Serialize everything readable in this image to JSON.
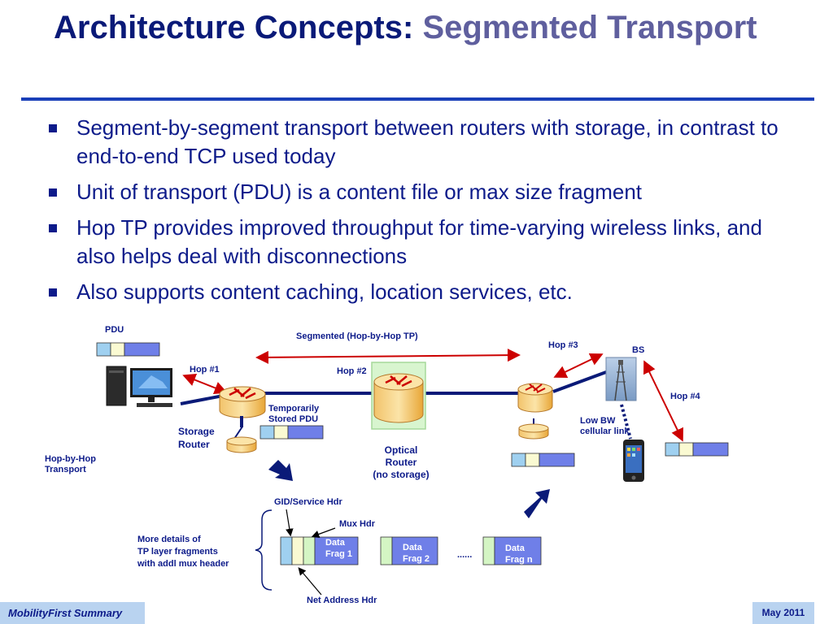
{
  "title": {
    "main": "Architecture Concepts:",
    "accent": "Segmented Transport"
  },
  "bullets": [
    "Segment-by-segment transport between routers with storage, in contrast to end-to-end TCP used today",
    "Unit of transport (PDU) is a content file or max size fragment",
    "Hop TP provides improved throughput for time-varying wireless links, and also helps deal with disconnections",
    "Also supports content caching, location services, etc."
  ],
  "diagram": {
    "pdu": "PDU",
    "segmented": "Segmented (Hop-by-Hop TP)",
    "hop1": "Hop #1",
    "hop2": "Hop #2",
    "hop3": "Hop #3",
    "hop4": "Hop #4",
    "bs": "BS",
    "temp_stored_1": "Temporarily",
    "temp_stored_2": "Stored PDU",
    "storage_router_1": "Storage",
    "storage_router_2": "Router",
    "optical_1": "Optical",
    "optical_2": "Router",
    "optical_3": "(no storage)",
    "low_bw_1": "Low BW",
    "low_bw_2": "cellular link",
    "hop_by_hop_1": "Hop-by-Hop",
    "hop_by_hop_2": "Transport",
    "gid_hdr": "GID/Service Hdr",
    "mux_hdr": "Mux Hdr",
    "net_addr_hdr": "Net Address Hdr",
    "more_details_1": "More details of",
    "more_details_2": "TP layer fragments",
    "more_details_3": "with addl mux header",
    "frag1_1": "Data",
    "frag1_2": "Frag 1",
    "frag2_1": "Data",
    "frag2_2": "Frag 2",
    "fragn_1": "Data",
    "fragn_2": "Frag n",
    "ellipsis": "......"
  },
  "footer": {
    "left": "MobilityFirst Summary",
    "right": "May 2011"
  },
  "colors": {
    "title": "#0a1a78",
    "accent": "#5f5f9e",
    "text": "#0d1b8a",
    "rule": "#1a3fb8",
    "footer_bg": "#b9d3f0",
    "pdu_blue": "#6f7fe8",
    "pdu_light": "#9fd0f0",
    "pdu_cream": "#fafad2",
    "pdu_green": "#d4f5c4",
    "hop_arrow": "#cc0000",
    "router_orange": "#f5a623",
    "link_navy": "#0a1a78"
  }
}
